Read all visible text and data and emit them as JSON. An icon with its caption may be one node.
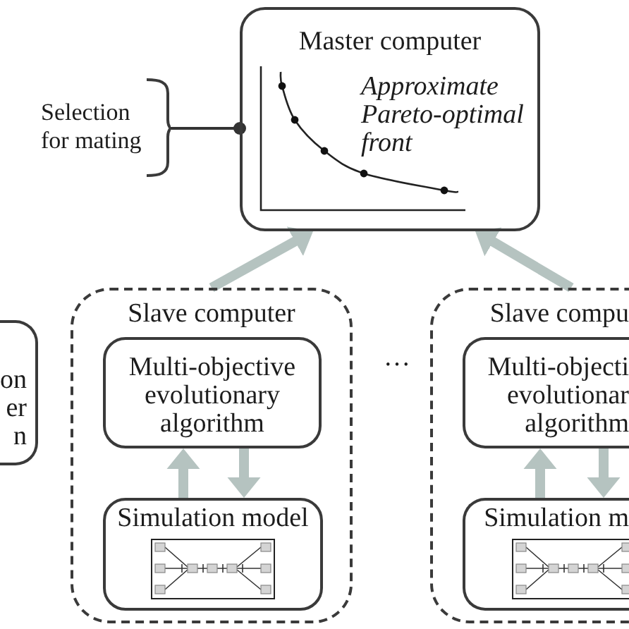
{
  "diagram": {
    "nodes": [
      {
        "text": [
          "Master computer",
          "Approximate Pareto-optimal front"
        ]
      },
      {
        "text": [
          "Selection for mating"
        ]
      },
      {
        "text": [
          "on er n"
        ]
      },
      {
        "text": [
          "Slave computer"
        ]
      },
      {
        "text": [
          "Multi-objective evolutionary algorithm"
        ],
        "in": 3
      },
      {
        "text": [
          "Simulation model"
        ],
        "in": 3
      },
      {
        "text": [
          "Slave compu"
        ]
      },
      {
        "text": [
          "Multi-objecti evolutionar algorithm"
        ],
        "in": 6
      },
      {
        "text": [
          "Simulation m"
        ],
        "in": 6
      }
    ],
    "edges": [
      {
        "from": 1,
        "to": 0,
        "arrow": "other",
        "color": "#333333"
      },
      {
        "from": 3,
        "to": 0,
        "arrow": "to"
      },
      {
        "from": 6,
        "to": 0,
        "arrow": "to"
      },
      {
        "from": 5,
        "to": 4,
        "arrow": "to"
      },
      {
        "from": 4,
        "to": 5,
        "arrow": "to"
      },
      {
        "from": 8,
        "to": 7,
        "arrow": "to"
      },
      {
        "from": 7,
        "to": 8,
        "arrow": "to"
      }
    ],
    "labels": [
      "…"
    ]
  }
}
